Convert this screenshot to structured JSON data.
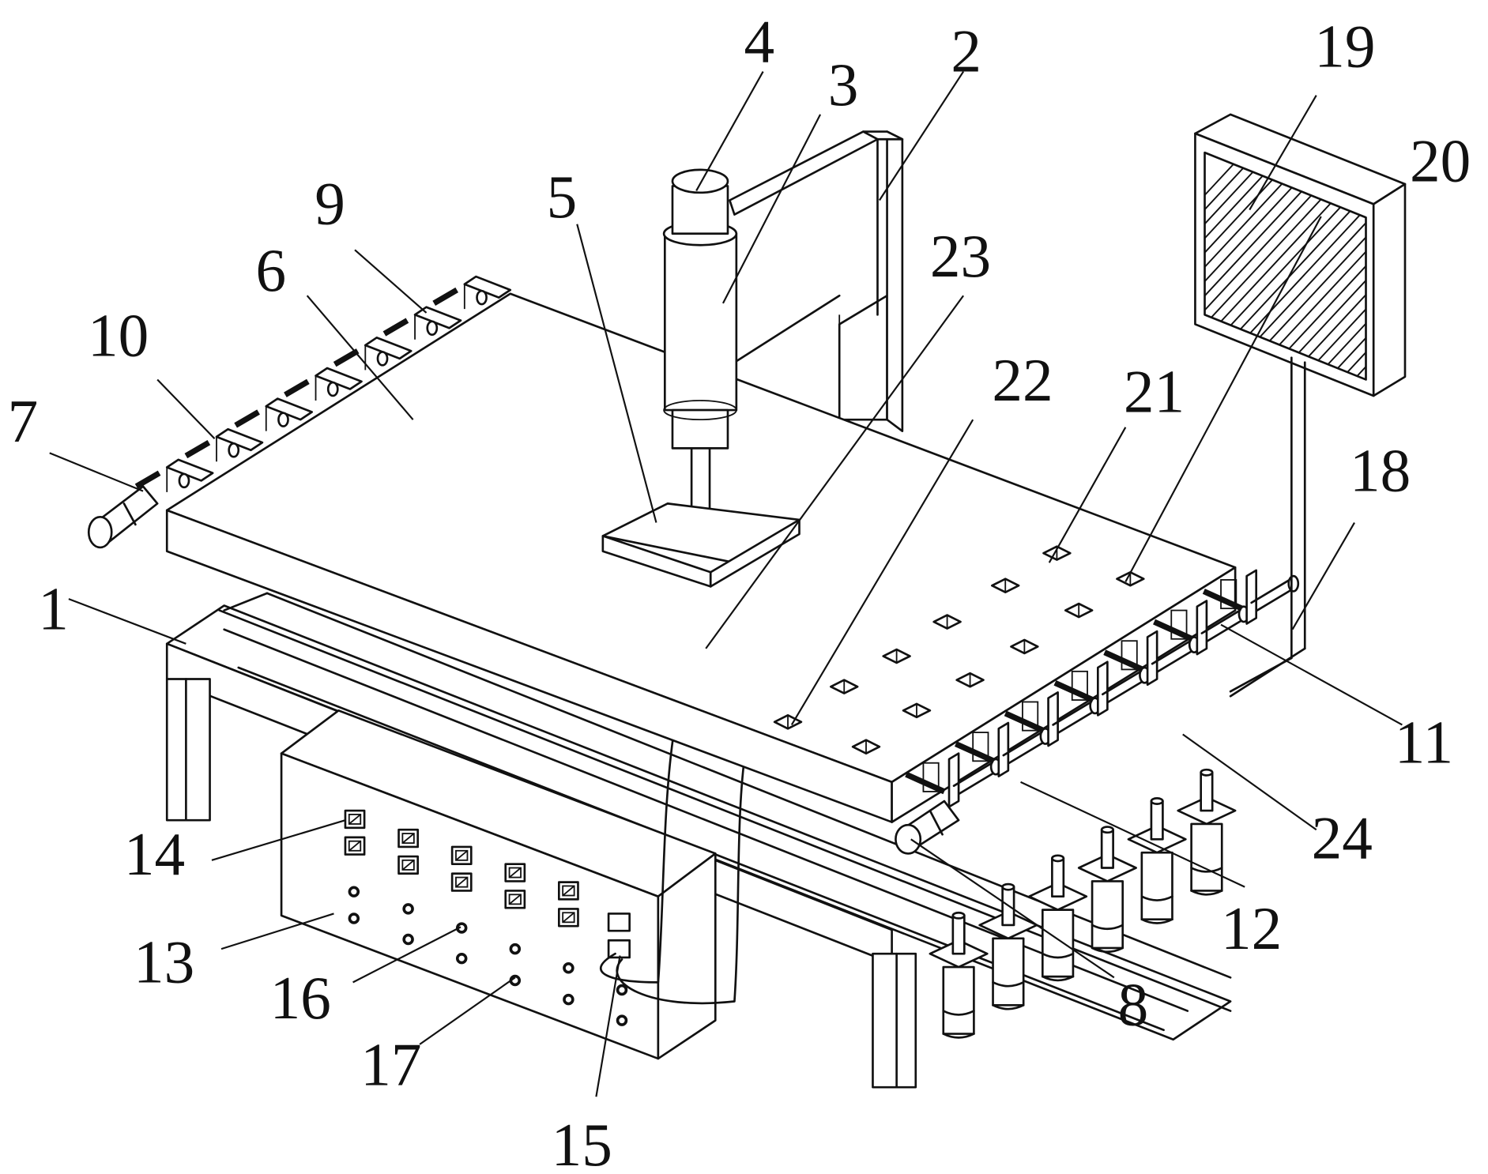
{
  "figure": {
    "type": "patent-isometric-drawing",
    "background": "#ffffff",
    "line_color": "#111111"
  },
  "labels": {
    "l1": "1",
    "l2": "2",
    "l3": "3",
    "l4": "4",
    "l5": "5",
    "l6": "6",
    "l7": "7",
    "l8": "8",
    "l9": "9",
    "l10": "10",
    "l11": "11",
    "l12": "12",
    "l13": "13",
    "l14": "14",
    "l15": "15",
    "l16": "16",
    "l17": "17",
    "l18": "18",
    "l19": "19",
    "l20": "20",
    "l21": "21",
    "l22": "22",
    "l23": "23",
    "l24": "24"
  },
  "components": {
    "panel_display_count": 10,
    "panel_knob_count": 12,
    "panel_port_count": 2,
    "plate_hole_rows": 4,
    "side_clamp_count": 7,
    "support_column_count": 6
  }
}
